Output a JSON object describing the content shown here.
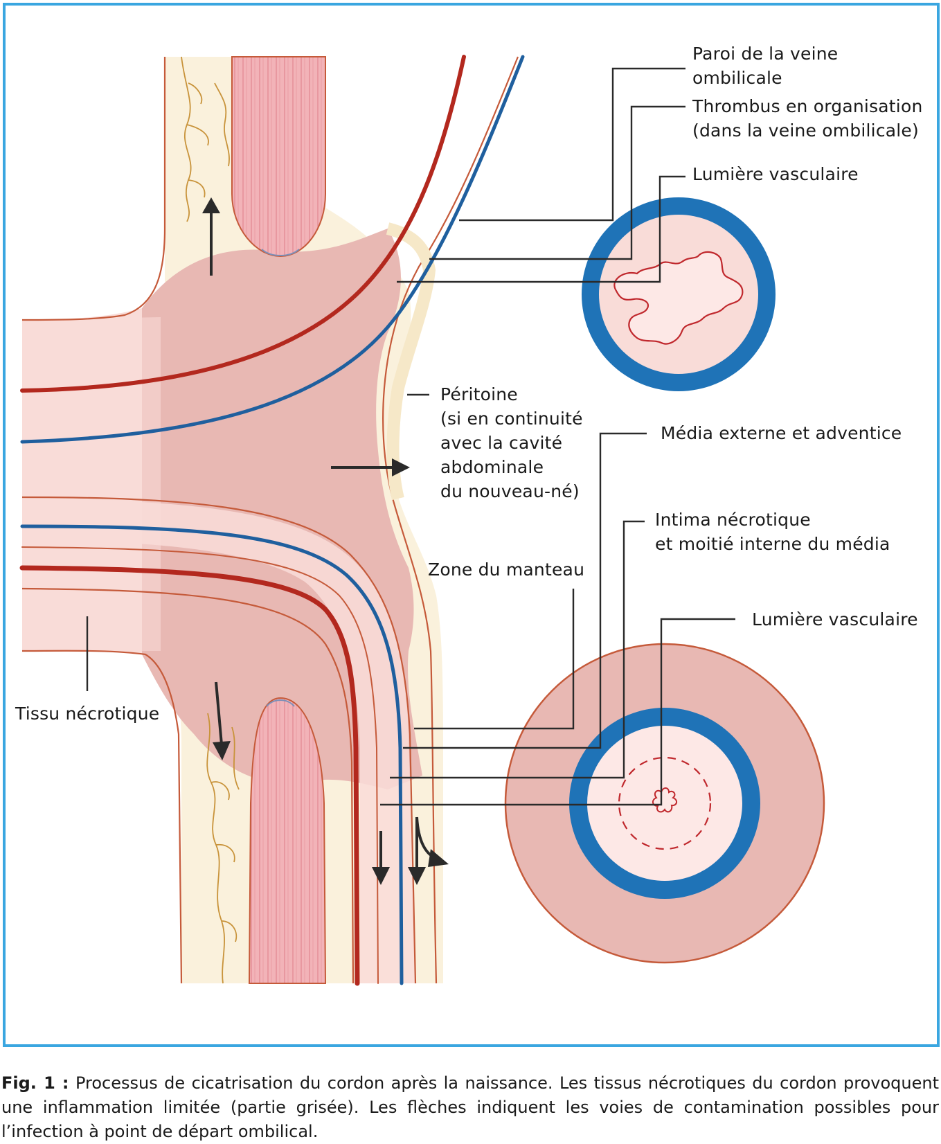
{
  "labels": {
    "paroi_line1": "Paroi de la veine",
    "paroi_line2": "ombilicale",
    "thrombus_line1": "Thrombus en organisation",
    "thrombus_line2": "(dans la veine ombilicale)",
    "lumiere_top": "Lumière vasculaire",
    "peritoine_1": "Péritoine",
    "peritoine_2": "(si en continuité",
    "peritoine_3": "avec la cavité",
    "peritoine_4": "abdominale",
    "peritoine_5": "du nouveau-né)",
    "media_externe": "Média externe et adventice",
    "intima_1": "Intima nécrotique",
    "intima_2": "et moitié interne du média",
    "zone_manteau": "Zone du manteau",
    "lumiere_bottom": "Lumière vasculaire",
    "tissu_necrotique": "Tissu nécrotique"
  },
  "caption": {
    "label": "Fig. 1 :",
    "text": "Processus de cicatrisation du cordon après la naissance. Les tissus nécrotiques du cordon provoquent une inflammation limitée (partie grisée). Les flèches indiquent les voies de contamination possibles pour l’infection à point de départ ombilical."
  },
  "colors": {
    "frame": "#3aa6e0",
    "artery_red": "#b3281e",
    "vein_blue": "#1f5f9e",
    "inflamed_zone": "#e8b8b3",
    "cord_tissue": "#f9dcd8",
    "skin_cream": "#faf1dc",
    "muscle": "#e68f96",
    "vessel_wall_blue": "#1f73b7"
  }
}
